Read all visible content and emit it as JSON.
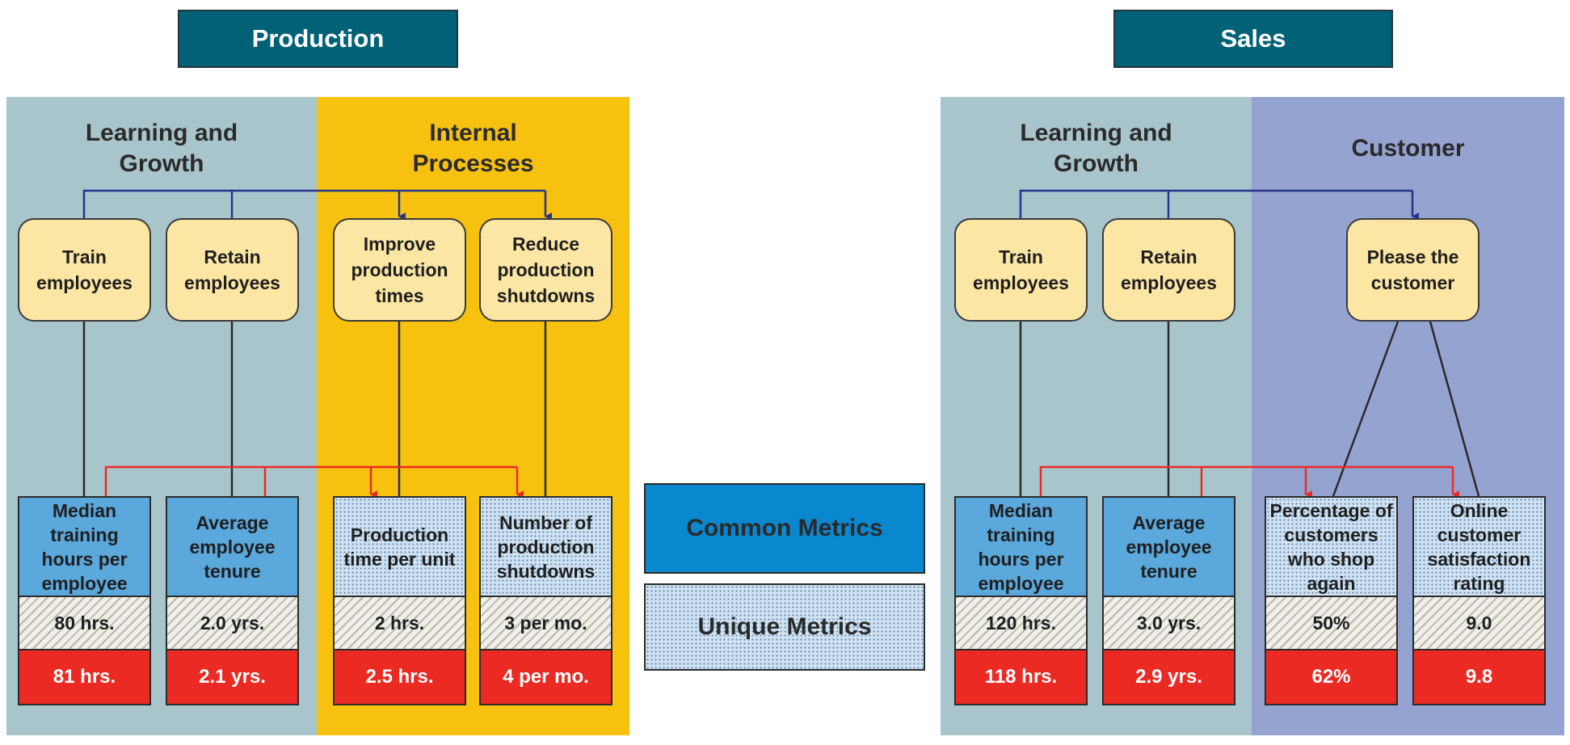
{
  "headers": {
    "production": "Production",
    "sales": "Sales"
  },
  "production": {
    "learning": {
      "title": "Learning and\nGrowth",
      "goals": [
        "Train\nemployees",
        "Retain\nemployees"
      ],
      "metrics": [
        {
          "label": "Median training hours per employee",
          "target": "80 hrs.",
          "actual": "81 hrs."
        },
        {
          "label": "Average employee tenure",
          "target": "2.0 yrs.",
          "actual": "2.1 yrs."
        }
      ]
    },
    "internal": {
      "title": "Internal\nProcesses",
      "goals": [
        "Improve\nproduction\ntimes",
        "Reduce\nproduction\nshutdowns"
      ],
      "metrics": [
        {
          "label": "Production time per unit",
          "target": "2 hrs.",
          "actual": "2.5 hrs."
        },
        {
          "label": "Number of production shutdowns",
          "target": "3 per mo.",
          "actual": "4 per mo."
        }
      ]
    }
  },
  "sales": {
    "learning": {
      "title": "Learning and\nGrowth",
      "goals": [
        "Train\nemployees",
        "Retain\nemployees"
      ],
      "metrics": [
        {
          "label": "Median training hours per employee",
          "target": "120 hrs.",
          "actual": "118 hrs."
        },
        {
          "label": "Average employee tenure",
          "target": "3.0 yrs.",
          "actual": "2.9 yrs."
        }
      ]
    },
    "customer": {
      "title": "Customer",
      "goals": [
        "Please the\ncustomer"
      ],
      "metrics": [
        {
          "label": "Percentage of customers who shop again",
          "target": "50%",
          "actual": "62%"
        },
        {
          "label": "Online customer satisfaction rating",
          "target": "9.0",
          "actual": "9.8"
        }
      ]
    }
  },
  "legend": {
    "common": "Common Metrics",
    "unique": "Unique Metrics"
  },
  "colors": {
    "header": "#006177",
    "learning_panel": "#a9c5cc",
    "internal_panel": "#f7c20f",
    "customer_panel": "#95a3d0",
    "goal": "#fbe6a4",
    "common_metric": "#5aa8dc",
    "unique_metric": "#cfe3f5",
    "actual": "#ec2a24",
    "navy_line": "#27348b",
    "red_line": "#ec2a24"
  }
}
